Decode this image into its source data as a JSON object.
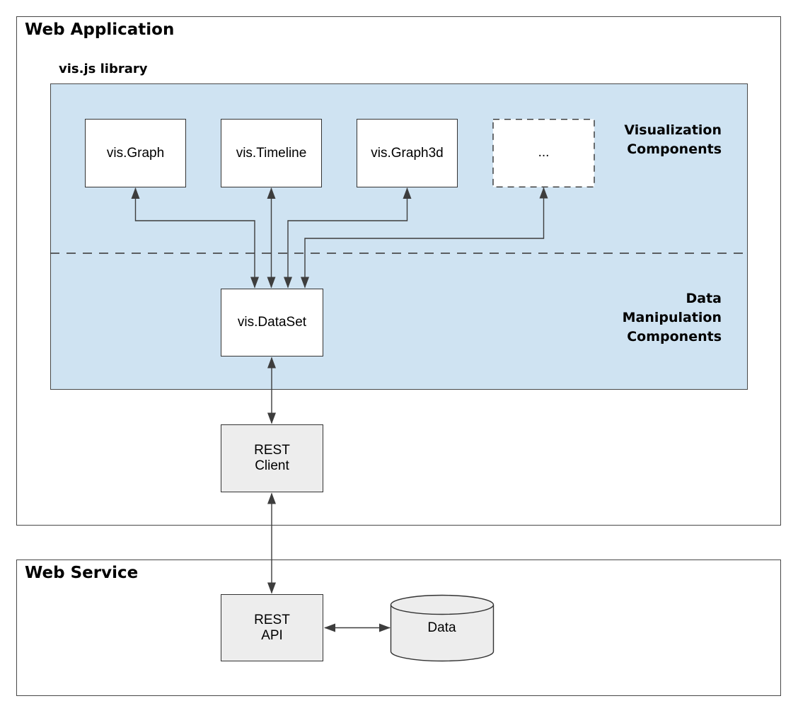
{
  "colors": {
    "library_fill": "#cfe3f2",
    "box_border": "#333333",
    "outer_border": "#474747",
    "gray_fill": "#ededed",
    "line_color": "#3d3d3d",
    "text_color": "#000000",
    "box_fill": "#ffffff"
  },
  "web_application": {
    "title": "Web Application"
  },
  "library": {
    "label": "vis.js library",
    "visualization_label": "Visualization\nComponents",
    "data_manipulation_label": "Data\nManipulation\nComponents",
    "components": [
      {
        "label": "vis.Graph"
      },
      {
        "label": "vis.Timeline"
      },
      {
        "label": "vis.Graph3d"
      },
      {
        "label": "..."
      }
    ],
    "dataset_label": "vis.DataSet"
  },
  "rest_client_label": "REST\nClient",
  "web_service": {
    "title": "Web Service",
    "rest_api_label": "REST\nAPI",
    "data_label": "Data"
  }
}
